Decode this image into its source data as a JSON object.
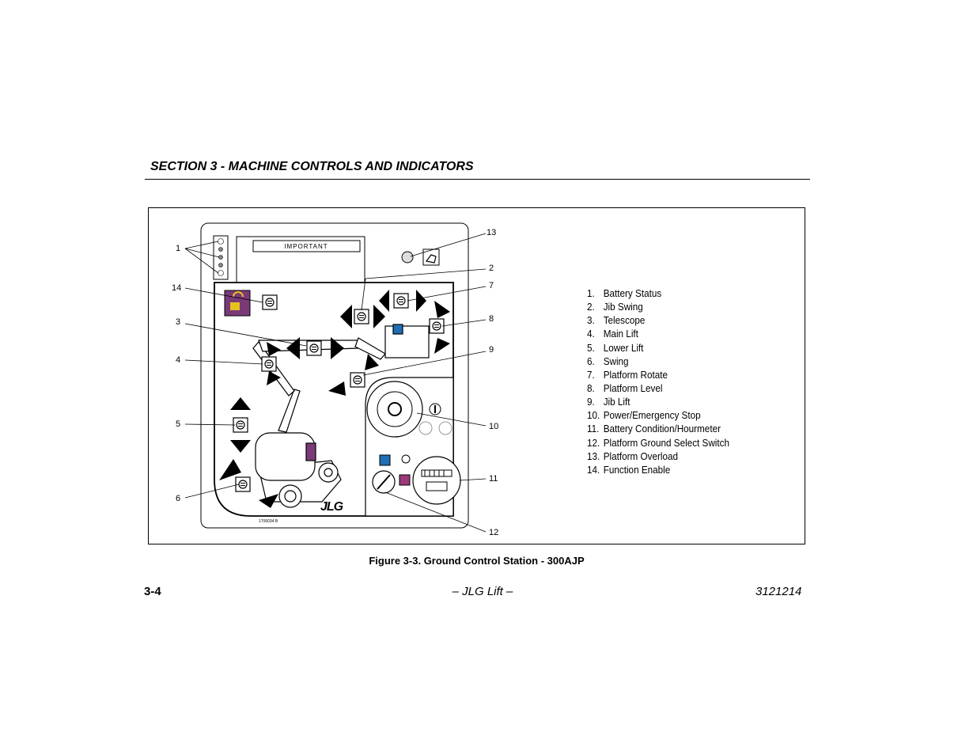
{
  "section": {
    "title": "SECTION 3 - MACHINE CONTROLS AND INDICATORS"
  },
  "figure": {
    "caption": "Figure 3-3. Ground Control Station - 300AJP",
    "panel": {
      "important_label": "IMPORTANT",
      "part_number": "1706034 B",
      "logo": "JLG",
      "callouts": [
        "1",
        "2",
        "3",
        "4",
        "5",
        "6",
        "7",
        "8",
        "9",
        "10",
        "11",
        "12",
        "13",
        "14"
      ]
    },
    "legend": [
      {
        "num": "1.",
        "label": "Battery Status"
      },
      {
        "num": "2.",
        "label": "Jib Swing"
      },
      {
        "num": "3.",
        "label": "Telescope"
      },
      {
        "num": "4.",
        "label": "Main Lift"
      },
      {
        "num": "5.",
        "label": "Lower Lift"
      },
      {
        "num": "6.",
        "label": "Swing"
      },
      {
        "num": "7.",
        "label": "Platform Rotate"
      },
      {
        "num": "8.",
        "label": "Platform Level"
      },
      {
        "num": "9.",
        "label": "Jib Lift"
      },
      {
        "num": "10.",
        "label": "Power/Emergency Stop"
      },
      {
        "num": "11.",
        "label": "Battery Condition/Hourmeter"
      },
      {
        "num": "12.",
        "label": "Platform Ground Select Switch"
      },
      {
        "num": "13.",
        "label": "Platform Overload"
      },
      {
        "num": "14.",
        "label": "Function Enable"
      }
    ],
    "colors": {
      "enable_purple": "#7a3a78",
      "lock_yellow": "#e8c020",
      "select_blue": "#1e6fb5",
      "select_magenta": "#9b3a78"
    }
  },
  "footer": {
    "page": "3-4",
    "center": "– JLG Lift –",
    "doc_number": "3121214"
  }
}
